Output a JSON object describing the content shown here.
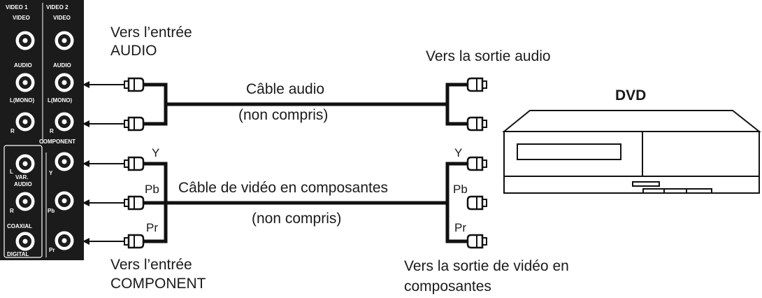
{
  "panel": {
    "video1": "VIDEO 1",
    "video2": "VIDEO 2",
    "video": "VIDEO",
    "audio": "AUDIO",
    "lmono": "L(MONO)",
    "r": "R",
    "component": "COMPONENT",
    "l": "L",
    "var_audio_1": "VAR.",
    "var_audio_2": "AUDIO",
    "y": "Y",
    "pb": "Pb",
    "pr": "Pr",
    "coaxial": "COAXIAL",
    "digital": "DIGITAL"
  },
  "labels": {
    "to_audio_in_1": "Vers l’entrée",
    "to_audio_in_2": "AUDIO",
    "to_audio_out": "Vers la sortie audio",
    "audio_cable": "Câble audio",
    "audio_cable_note": "(non compris)",
    "dvd": "DVD",
    "y_left": "Y",
    "pb_left": "Pb",
    "pr_left": "Pr",
    "y_right": "Y",
    "pb_right": "Pb",
    "pr_right": "Pr",
    "component_cable": "Câble de vidéo en composantes",
    "component_cable_note": "(non compris)",
    "to_component_in_1": "Vers l’entrée",
    "to_component_in_2": "COMPONENT",
    "to_component_out_1": "Vers la sortie de vidéo en",
    "to_component_out_2": "composantes"
  }
}
